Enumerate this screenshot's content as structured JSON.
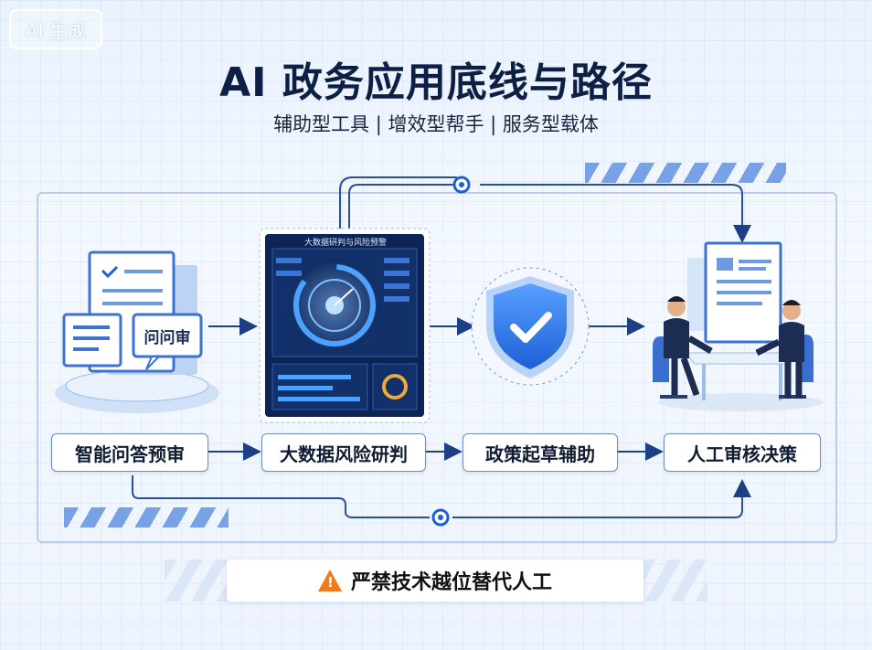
{
  "badge": "AI 生成",
  "title": "AI 政务应用底线与路径",
  "subtitle": "辅助型工具 | 增效型帮手 | 服务型载体",
  "steps": [
    {
      "label": "智能问答预审",
      "icon": "document-chat-icon"
    },
    {
      "label": "大数据风险研判",
      "icon": "dashboard-screen-icon"
    },
    {
      "label": "政策起草辅助",
      "icon": "shield-check-icon"
    },
    {
      "label": "人工审核决策",
      "icon": "meeting-people-icon"
    }
  ],
  "qa_bubble": "问问审",
  "screen_title": "大数据研判与风险预警",
  "warning": "严禁技术越位替代人工",
  "colors": {
    "primary": "#1d5fd6",
    "dark_navy": "#0d1f45",
    "warning": "#f07a1a"
  }
}
